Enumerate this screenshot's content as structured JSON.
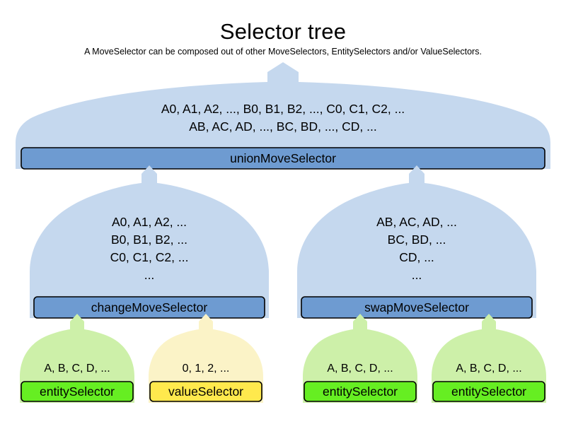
{
  "diagram": {
    "title": "Selector tree",
    "subtitle": "A MoveSelector can be composed out of other MoveSelectors, EntitySelectors and/or ValueSelectors.",
    "colors": {
      "blue_body": "#c5d8ee",
      "blue_bar": "#6e9bd1",
      "green_body": "#cdf0a9",
      "green_bar": "#66ee22",
      "yellow_body": "#fbf3c7",
      "yellow_bar": "#ffe94d",
      "outline": "#000000"
    },
    "nodes": {
      "union": {
        "label": "unionMoveSelector",
        "lines": [
          "A0, A1, A2, ..., B0, B1, B2, ..., C0, C1, C2, ...",
          "AB, AC, AD, ..., BC, BD, ..., CD, ..."
        ]
      },
      "change": {
        "label": "changeMoveSelector",
        "lines": [
          "A0, A1, A2, ...",
          "B0, B1, B2, ...",
          "C0, C1, C2, ...",
          "..."
        ]
      },
      "swap": {
        "label": "swapMoveSelector",
        "lines": [
          "AB, AC, AD, ...",
          "BC, BD, ...",
          "CD, ...",
          "..."
        ]
      },
      "entity1": {
        "label": "entitySelector",
        "lines": [
          "A, B, C, D, ..."
        ]
      },
      "value1": {
        "label": "valueSelector",
        "lines": [
          "0, 1, 2, ..."
        ]
      },
      "entity2": {
        "label": "entitySelector",
        "lines": [
          "A, B, C, D, ..."
        ]
      },
      "entity3": {
        "label": "entitySelector",
        "lines": [
          "A, B, C, D, ..."
        ]
      }
    }
  }
}
